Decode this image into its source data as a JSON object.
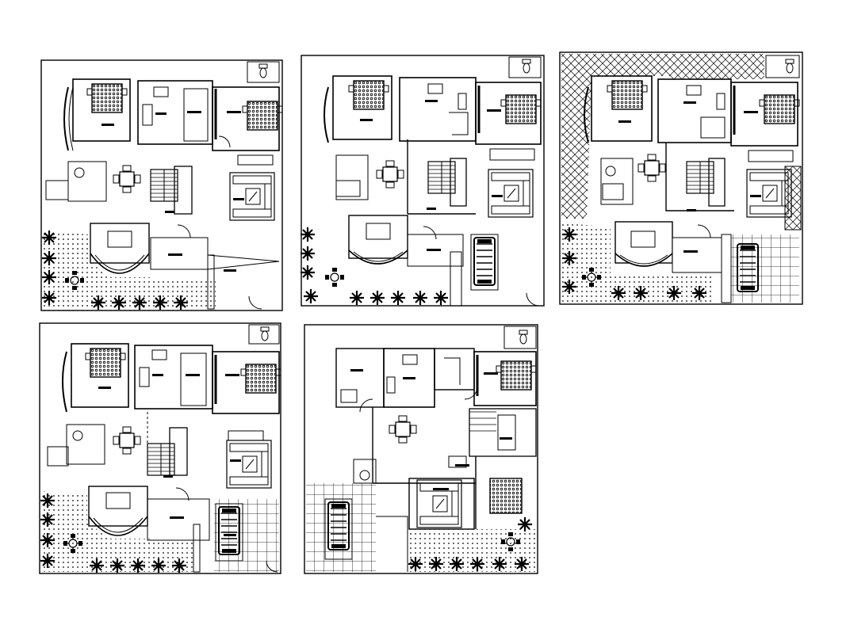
{
  "drawing": {
    "plans": [
      {
        "label": "",
        "variant": "plan-a"
      },
      {
        "label": "",
        "variant": "plan-b"
      },
      {
        "label": "",
        "variant": "plan-c"
      },
      {
        "label": "",
        "variant": "plan-d"
      },
      {
        "label": "",
        "variant": "plan-e"
      }
    ],
    "colors": {
      "line": "#000000",
      "background": "#ffffff",
      "hatch": "#000000"
    },
    "icons": [
      "bed-icon",
      "dining-table-icon",
      "staircase-icon",
      "sofa-icon",
      "tree-icon",
      "car-icon",
      "toilet-icon",
      "door-swing-icon"
    ]
  }
}
